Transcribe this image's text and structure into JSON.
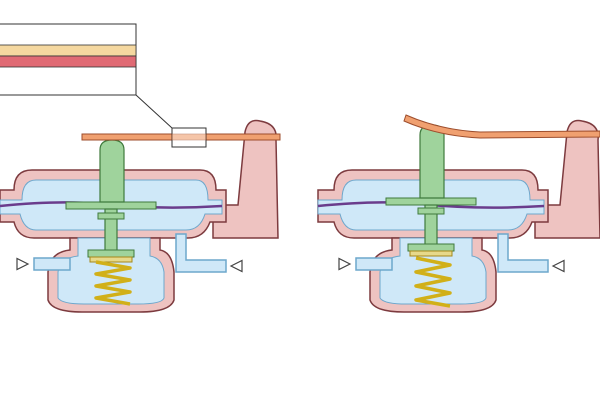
{
  "diagram": {
    "colors": {
      "housing_fill": "#eec3c1",
      "housing_stroke": "#7d3b3f",
      "fluid_fill": "#cfe8f8",
      "fluid_stroke": "#6da7cc",
      "diaphragm": "#6a3c8c",
      "stem_fill": "#9fd39c",
      "stem_stroke": "#3f7a3d",
      "spring": "#d1b019",
      "lever_fill": "#f0a070",
      "lever_stroke": "#9e4e2d",
      "strip_cream": "#f5d8a0",
      "strip_red": "#e06a74",
      "arrow_stroke": "#444444",
      "callout_stroke": "#333333"
    },
    "icons": [
      "flow-arrow-icon",
      "spring-icon"
    ],
    "panels": [
      {
        "id": "left",
        "state": "flat-lever"
      },
      {
        "id": "right",
        "state": "bent-lever"
      }
    ]
  }
}
